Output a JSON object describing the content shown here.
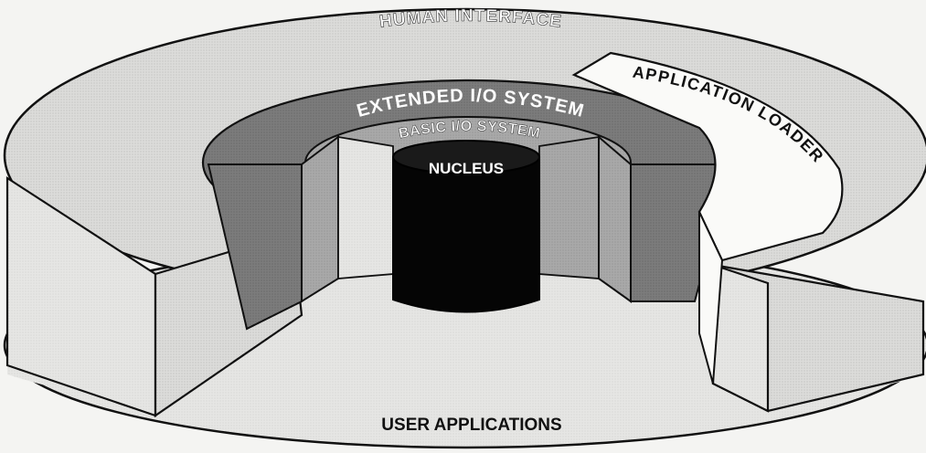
{
  "labels": {
    "human_interface": "HUMAN INTERFACE",
    "application_loader": "APPLICATION LOADER",
    "extended_io": "EXTENDED I/O SYSTEM",
    "basic_io": "BASIC I/O SYSTEM",
    "nucleus": "NUCLEUS",
    "user_applications": "USER APPLICATIONS"
  }
}
